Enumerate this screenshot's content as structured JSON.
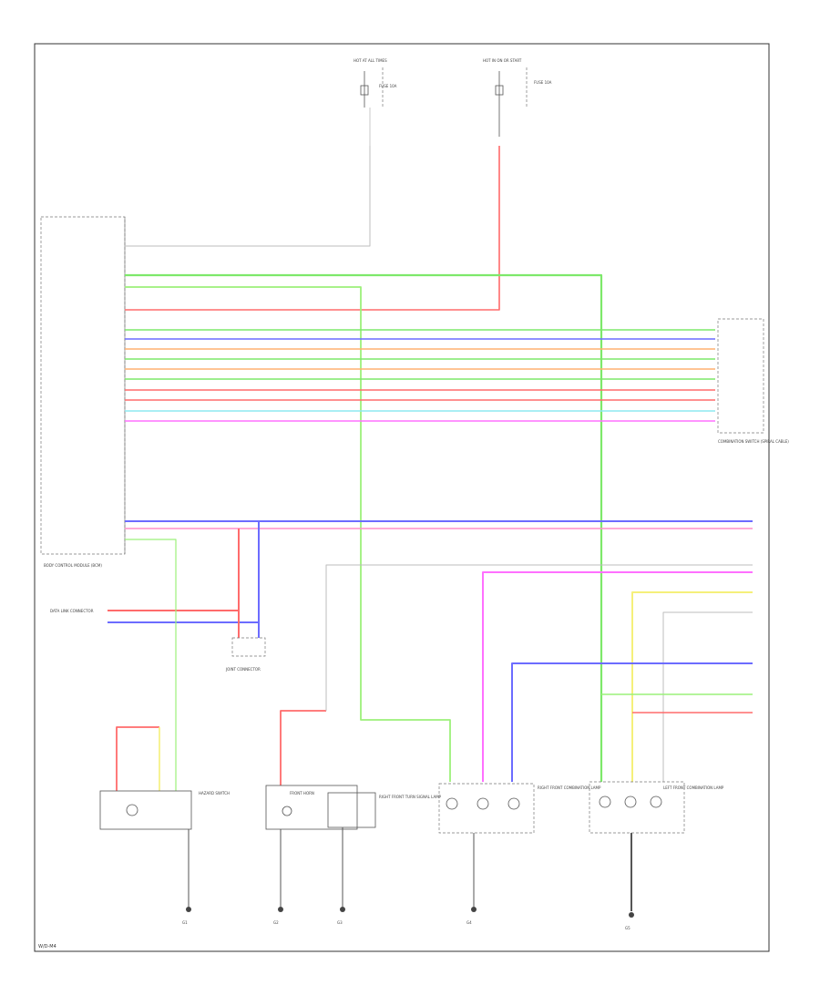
{
  "diagram": {
    "page_code": "W/D-M4",
    "wire_colors": {
      "green": "#7de86a",
      "lt_green": "#9cf07a",
      "blue": "#6c6cff",
      "orange": "#ffb070",
      "red": "#ff6b6b",
      "pink": "#ff8ec8",
      "cyan": "#8ee8f0",
      "magenta": "#ff70ff",
      "yellow": "#f5f07a",
      "gray": "#bdbdbd",
      "dark": "#555555"
    },
    "components": {
      "fuse_a": {
        "title": "HOT AT ALL TIMES",
        "fuse": "FUSE 10A"
      },
      "fuse_b": {
        "title": "HOT IN ON OR START",
        "fuse": "FUSE 10A"
      },
      "bcm": {
        "name": "BODY CONTROL MODULE (BCM)"
      },
      "combination_switch": {
        "name": "COMBINATION SWITCH (SPIRAL CABLE)"
      },
      "hazard_switch": {
        "name": "HAZARD SWITCH"
      },
      "horn": {
        "name": "FRONT HORN"
      },
      "rf_turn": {
        "name": "RIGHT FRONT TURN SIGNAL LAMP"
      },
      "rf_combo": {
        "name": "RIGHT FRONT COMBINATION LAMP"
      },
      "lf_combo": {
        "name": "LEFT FRONT COMBINATION LAMP"
      },
      "joint_connector": {
        "name": "JOINT CONNECTOR"
      },
      "data_link": {
        "name": "DATA LINK CONNECTOR"
      }
    },
    "grounds": [
      {
        "name": "G1"
      },
      {
        "name": "G2"
      },
      {
        "name": "G3"
      },
      {
        "name": "G4"
      },
      {
        "name": "G5"
      }
    ]
  }
}
